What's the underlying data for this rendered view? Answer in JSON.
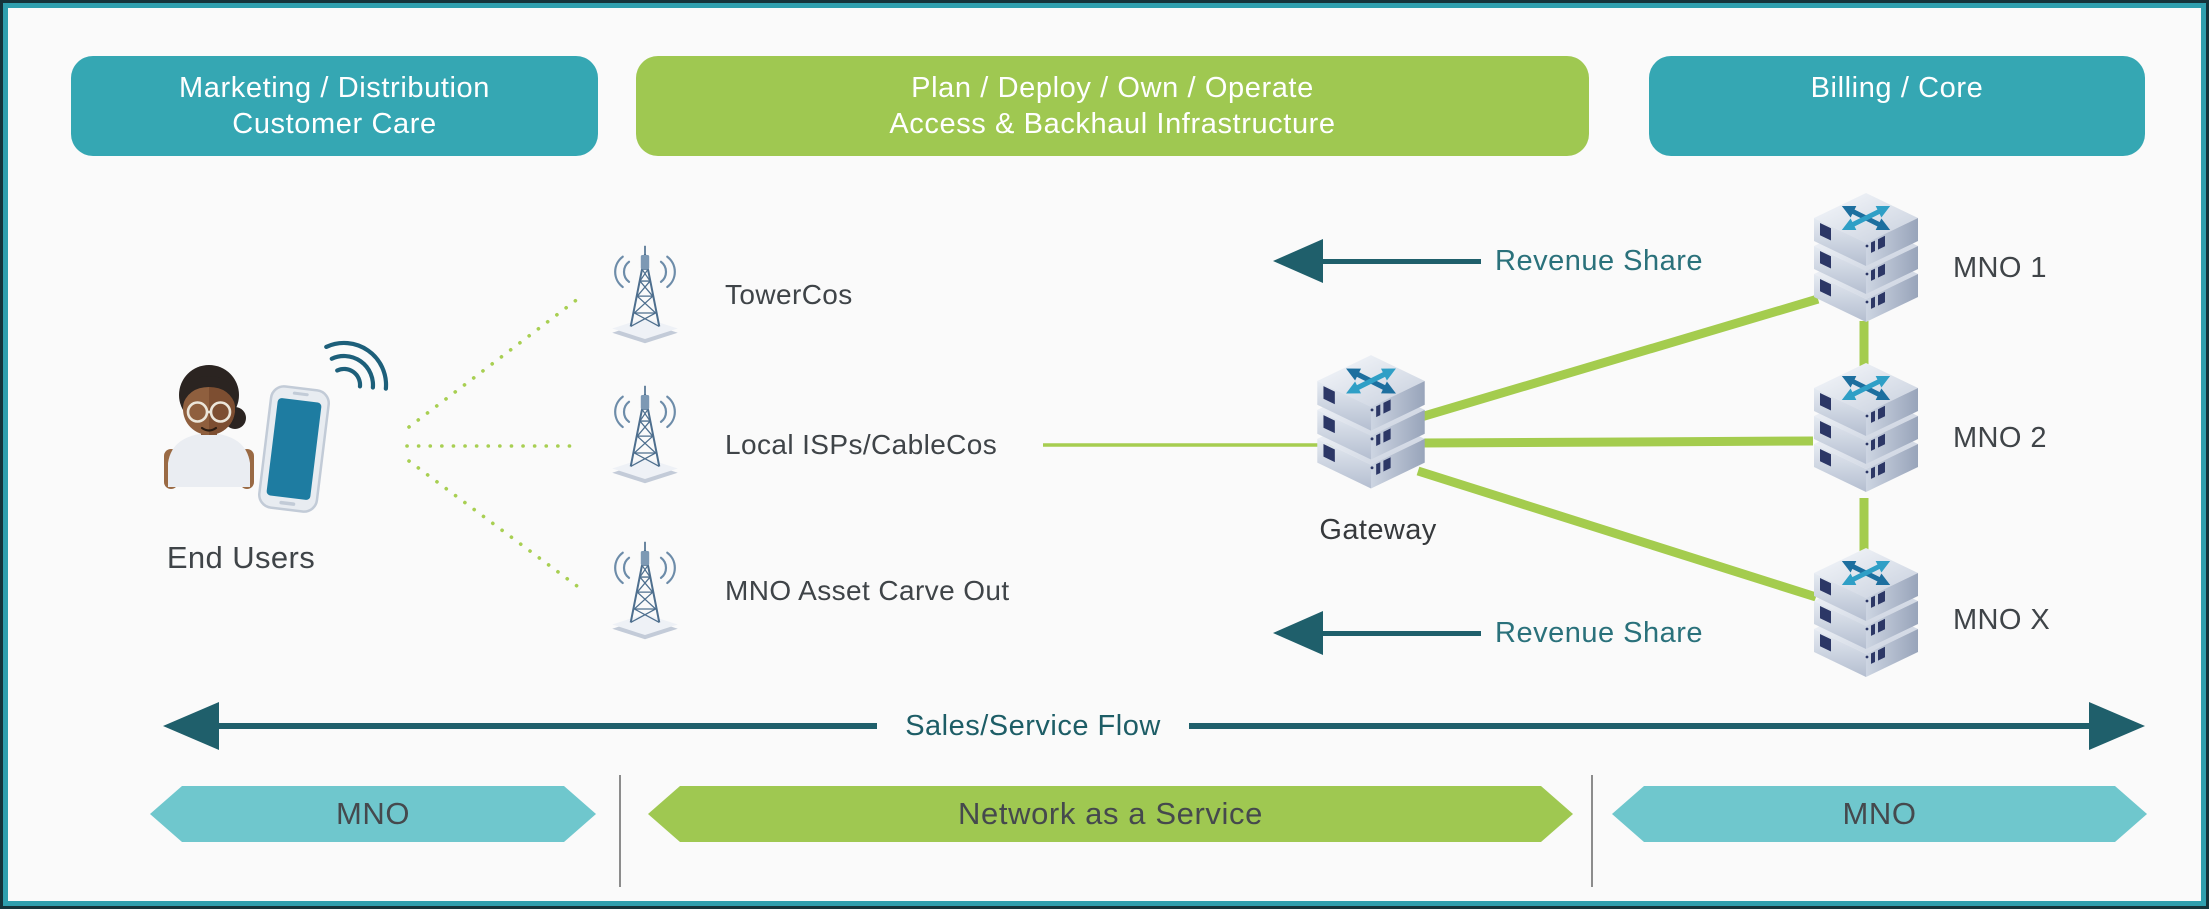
{
  "colors": {
    "teal": "#35a7b3",
    "green": "#9fc851",
    "light_teal": "#6fc7cd",
    "dark_teal": "#1f5f6b",
    "line_green": "#a6cd50",
    "background": "#fafafa",
    "frame": "#2f9fae"
  },
  "top_boxes": [
    {
      "id": "marketing",
      "lines": [
        "Marketing / Distribution",
        "Customer Care"
      ]
    },
    {
      "id": "plan",
      "lines": [
        "Plan / Deploy / Own / Operate",
        "Access & Backhaul Infrastructure"
      ]
    },
    {
      "id": "billing",
      "lines": [
        "Billing / Core"
      ]
    }
  ],
  "end_users": {
    "label": "End Users"
  },
  "providers": [
    {
      "label": "TowerCos"
    },
    {
      "label": "Local ISPs/CableCos"
    },
    {
      "label": "MNO Asset Carve Out"
    }
  ],
  "gateway": {
    "label": "Gateway"
  },
  "mnos": [
    {
      "label": "MNO 1"
    },
    {
      "label": "MNO 2"
    },
    {
      "label": "MNO X"
    }
  ],
  "revenue_share": {
    "top": "Revenue Share",
    "bottom": "Revenue Share"
  },
  "flow": {
    "label": "Sales/Service Flow"
  },
  "bottom_banners": [
    {
      "label": "MNO"
    },
    {
      "label": "Network as a Service"
    },
    {
      "label": "MNO"
    }
  ]
}
